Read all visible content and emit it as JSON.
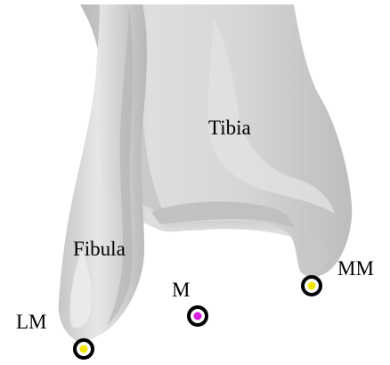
{
  "labels": {
    "tibia": "Tibia",
    "fibula": "Fibula",
    "lateral_malleolus": "LM",
    "midpoint": "M",
    "medial_malleolus": "MM"
  },
  "colors": {
    "bone_base": "#d3d3d3",
    "bone_shadow": "#a9a9a9",
    "bone_highlight": "#ececec",
    "marker_ring": "#000000",
    "malleolus_fill": "#f2e600",
    "midpoint_fill": "#d81ee0"
  },
  "icons": {
    "lateral_malleolus": "ring-marker-icon",
    "midpoint": "ring-marker-icon",
    "medial_malleolus": "ring-marker-icon"
  }
}
